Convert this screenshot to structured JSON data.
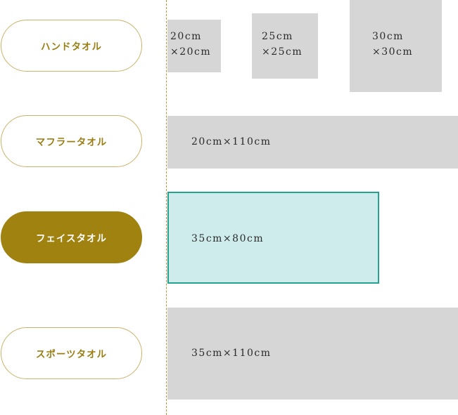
{
  "categories": [
    {
      "label": "ハンドタオル",
      "active": false
    },
    {
      "label": "マフラータオル",
      "active": false
    },
    {
      "label": "フェイスタオル",
      "active": true
    },
    {
      "label": "スポーツタオル",
      "active": false
    }
  ],
  "hand_sizes": [
    {
      "line1": "20cm",
      "line2": "×20cm"
    },
    {
      "line1": "25cm",
      "line2": "×25cm"
    },
    {
      "line1": "30cm",
      "line2": "×30cm"
    }
  ],
  "muffler_size": "20cm×110cm",
  "face_size": "35cm×80cm",
  "sports_size": "35cm×110cm",
  "colors": {
    "accent": "#a08211",
    "pill_text": "#9a7d12",
    "box_gray": "#d6d6d6",
    "highlight_fill": "#cdeceb",
    "highlight_border": "#26a090"
  }
}
